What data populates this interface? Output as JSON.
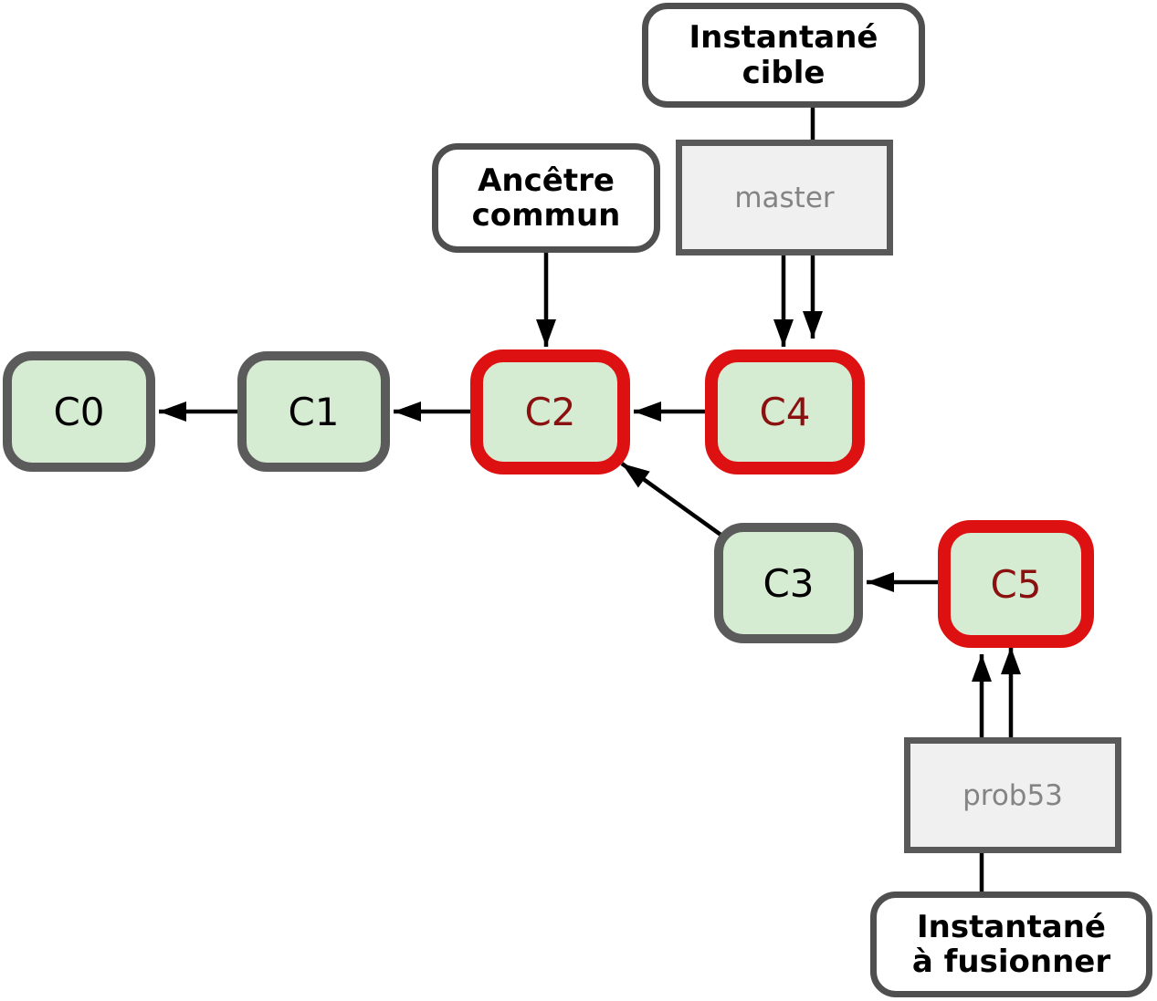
{
  "diagram_title": "git merge three snapshots (fusion Git)",
  "callouts": {
    "target_snapshot": "Instantané\ncible",
    "common_ancestor": "Ancêtre\ncommun",
    "merge_snapshot": "Instantané\nà fusionner"
  },
  "branches": [
    {
      "name": "master"
    },
    {
      "name": "prob53"
    }
  ],
  "commits": [
    {
      "id": "C0",
      "highlight": false
    },
    {
      "id": "C1",
      "highlight": false
    },
    {
      "id": "C2",
      "highlight": true
    },
    {
      "id": "C3",
      "highlight": false
    },
    {
      "id": "C4",
      "highlight": true
    },
    {
      "id": "C5",
      "highlight": true
    }
  ],
  "edges": [
    {
      "from": "C1",
      "to": "C0",
      "type": "parent"
    },
    {
      "from": "C2",
      "to": "C1",
      "type": "parent"
    },
    {
      "from": "C4",
      "to": "C2",
      "type": "parent"
    },
    {
      "from": "C3",
      "to": "C2",
      "type": "parent"
    },
    {
      "from": "C5",
      "to": "C3",
      "type": "parent"
    },
    {
      "from": "master",
      "to": "C4",
      "type": "branch-pointer-double-arrow"
    },
    {
      "from": "prob53",
      "to": "C5",
      "type": "branch-pointer-double-arrow"
    },
    {
      "from": "Instantané cible",
      "to": "master",
      "type": "callout-line"
    },
    {
      "from": "Ancêtre commun",
      "to": "C2",
      "type": "callout-arrow"
    },
    {
      "from": "Instantané à fusionner",
      "to": "prob53",
      "type": "callout-line"
    }
  ],
  "colors": {
    "commit_fill": "#d6ecd2",
    "commit_border": "#5b5b5b",
    "commit_text": "#000000",
    "highlight_border": "#dd1111",
    "highlight_text": "#8b1010",
    "branch_fill": "#f0f0f0",
    "branch_border": "#595959",
    "branch_text": "#848484",
    "label_fill": "#ffffff",
    "label_border": "#4f4f4f",
    "arrow": "#000000",
    "bg": "#ffffff"
  }
}
